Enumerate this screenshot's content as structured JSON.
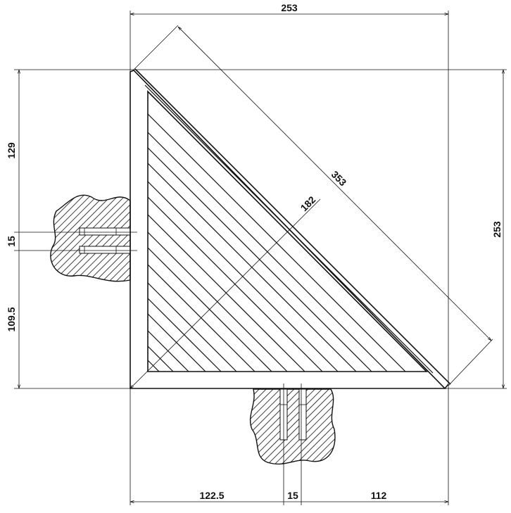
{
  "drawing": {
    "dimensions": {
      "top_width": "253",
      "right_height": "253",
      "left_upper": "129",
      "left_gap": "15",
      "left_lower": "109.5",
      "bottom_left": "122.5",
      "bottom_gap": "15",
      "bottom_right": "112",
      "hypotenuse": "353",
      "altitude": "182"
    },
    "stroke_color": "#111111"
  }
}
